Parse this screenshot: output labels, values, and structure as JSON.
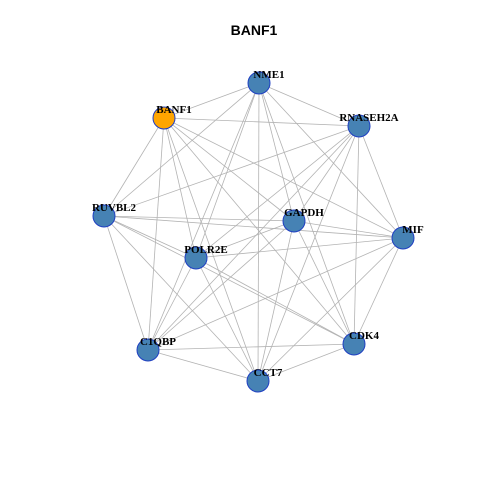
{
  "title": "BANF1",
  "colors": {
    "background": "#ffffff",
    "edge": "#b3b3b3",
    "node_fill": "#4682b4",
    "node_border": "#1f3fc2",
    "query_node_fill": "#ffa500"
  },
  "nodes": [
    {
      "id": "NME1",
      "label": "NME1",
      "query": false
    },
    {
      "id": "BANF1",
      "label": "BANF1",
      "query": true
    },
    {
      "id": "RNASEH2A",
      "label": "RNASEH2A",
      "query": false
    },
    {
      "id": "RUVBL2",
      "label": "RUVBL2",
      "query": false
    },
    {
      "id": "GAPDH",
      "label": "GAPDH",
      "query": false
    },
    {
      "id": "MIF",
      "label": "MIF",
      "query": false
    },
    {
      "id": "POLR2E",
      "label": "POLR2E",
      "query": false
    },
    {
      "id": "C1QBP",
      "label": "C1QBP",
      "query": false
    },
    {
      "id": "CDK4",
      "label": "CDK4",
      "query": false
    },
    {
      "id": "CCT7",
      "label": "CCT7",
      "query": false
    }
  ],
  "edges": [
    [
      "NME1",
      "BANF1"
    ],
    [
      "NME1",
      "RNASEH2A"
    ],
    [
      "NME1",
      "RUVBL2"
    ],
    [
      "NME1",
      "GAPDH"
    ],
    [
      "NME1",
      "MIF"
    ],
    [
      "NME1",
      "POLR2E"
    ],
    [
      "NME1",
      "C1QBP"
    ],
    [
      "NME1",
      "CDK4"
    ],
    [
      "NME1",
      "CCT7"
    ],
    [
      "BANF1",
      "RNASEH2A"
    ],
    [
      "BANF1",
      "RUVBL2"
    ],
    [
      "BANF1",
      "GAPDH"
    ],
    [
      "BANF1",
      "MIF"
    ],
    [
      "BANF1",
      "POLR2E"
    ],
    [
      "BANF1",
      "C1QBP"
    ],
    [
      "BANF1",
      "CDK4"
    ],
    [
      "BANF1",
      "CCT7"
    ],
    [
      "RNASEH2A",
      "RUVBL2"
    ],
    [
      "RNASEH2A",
      "GAPDH"
    ],
    [
      "RNASEH2A",
      "MIF"
    ],
    [
      "RNASEH2A",
      "POLR2E"
    ],
    [
      "RNASEH2A",
      "C1QBP"
    ],
    [
      "RNASEH2A",
      "CDK4"
    ],
    [
      "RNASEH2A",
      "CCT7"
    ],
    [
      "RUVBL2",
      "GAPDH"
    ],
    [
      "RUVBL2",
      "MIF"
    ],
    [
      "RUVBL2",
      "POLR2E"
    ],
    [
      "RUVBL2",
      "C1QBP"
    ],
    [
      "RUVBL2",
      "CDK4"
    ],
    [
      "RUVBL2",
      "CCT7"
    ],
    [
      "GAPDH",
      "MIF"
    ],
    [
      "GAPDH",
      "POLR2E"
    ],
    [
      "GAPDH",
      "C1QBP"
    ],
    [
      "GAPDH",
      "CDK4"
    ],
    [
      "GAPDH",
      "CCT7"
    ],
    [
      "MIF",
      "POLR2E"
    ],
    [
      "MIF",
      "C1QBP"
    ],
    [
      "MIF",
      "CDK4"
    ],
    [
      "MIF",
      "CCT7"
    ],
    [
      "POLR2E",
      "C1QBP"
    ],
    [
      "POLR2E",
      "CDK4"
    ],
    [
      "POLR2E",
      "CCT7"
    ],
    [
      "C1QBP",
      "CDK4"
    ],
    [
      "C1QBP",
      "CCT7"
    ],
    [
      "CDK4",
      "CCT7"
    ]
  ]
}
